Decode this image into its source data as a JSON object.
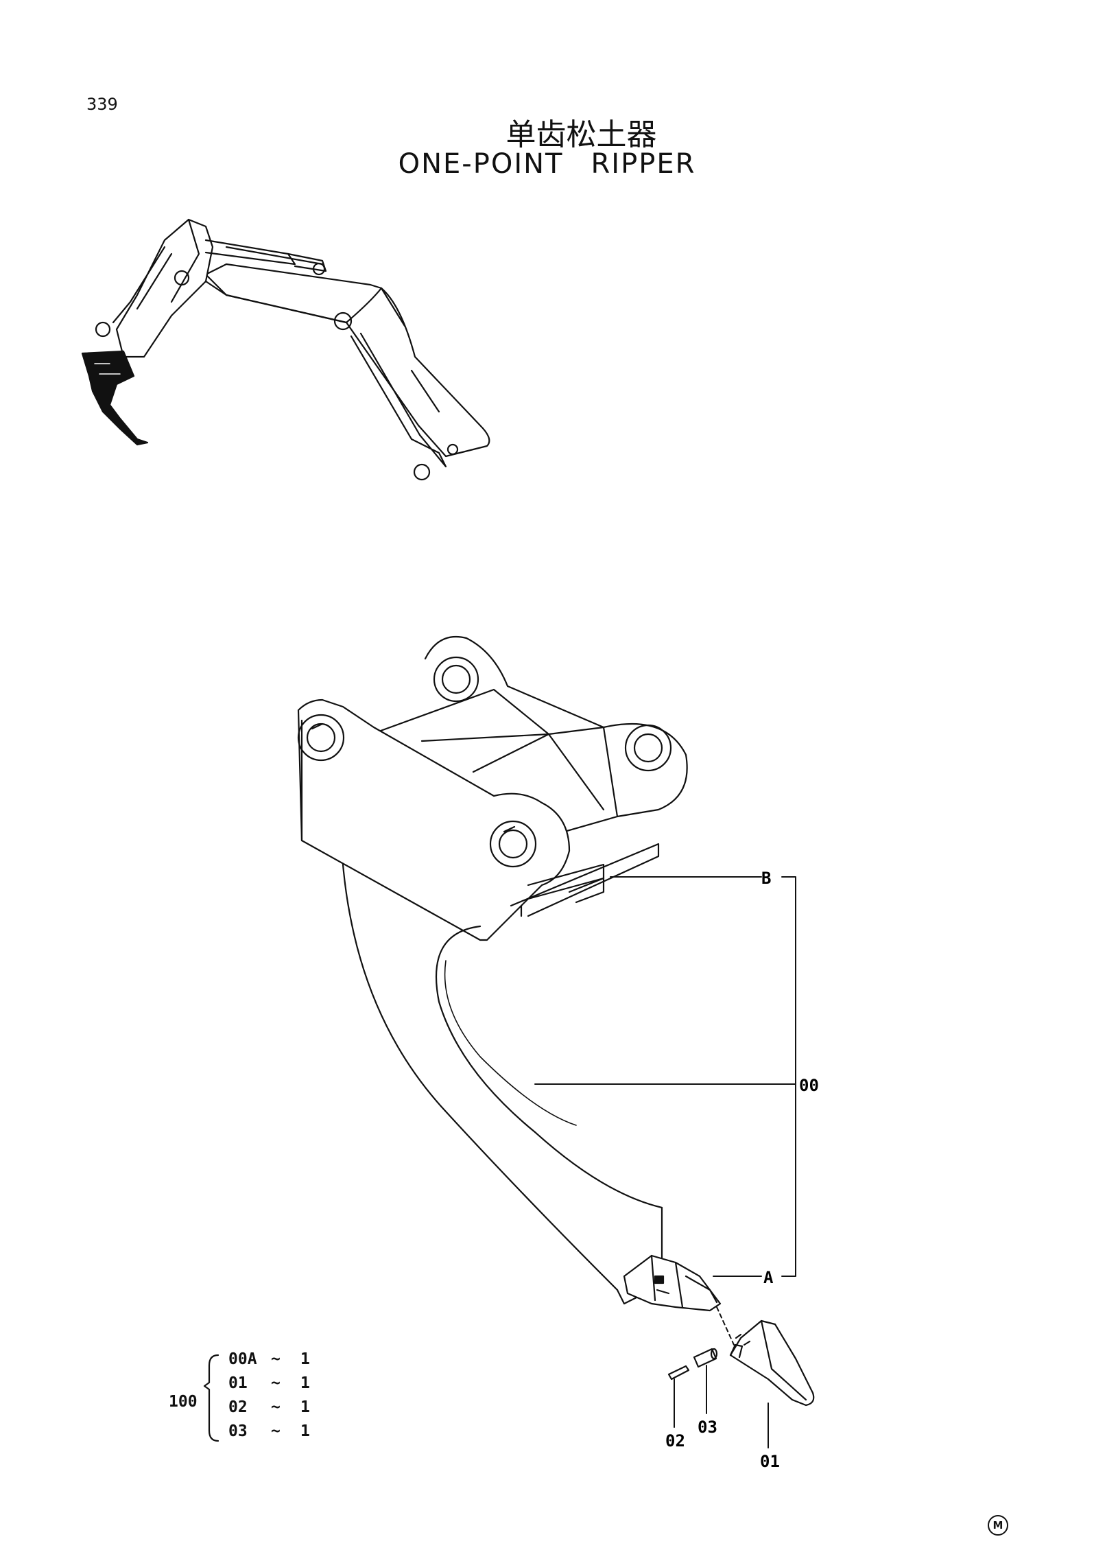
{
  "header": {
    "page_number": "339",
    "title_cn": "单齿松土器",
    "title_en_1": "ONE-POINT",
    "title_en_2": "RIPPER"
  },
  "callouts": {
    "b": "B",
    "assembly": "00",
    "a": "A",
    "p01": "01",
    "p02": "02",
    "p03": "03"
  },
  "kit": {
    "number": "100",
    "rows": [
      {
        "part": "00A",
        "qty": "1"
      },
      {
        "part": "01",
        "qty": "1"
      },
      {
        "part": "02",
        "qty": "1"
      },
      {
        "part": "03",
        "qty": "1"
      }
    ]
  },
  "footer": {
    "marker": "M"
  }
}
